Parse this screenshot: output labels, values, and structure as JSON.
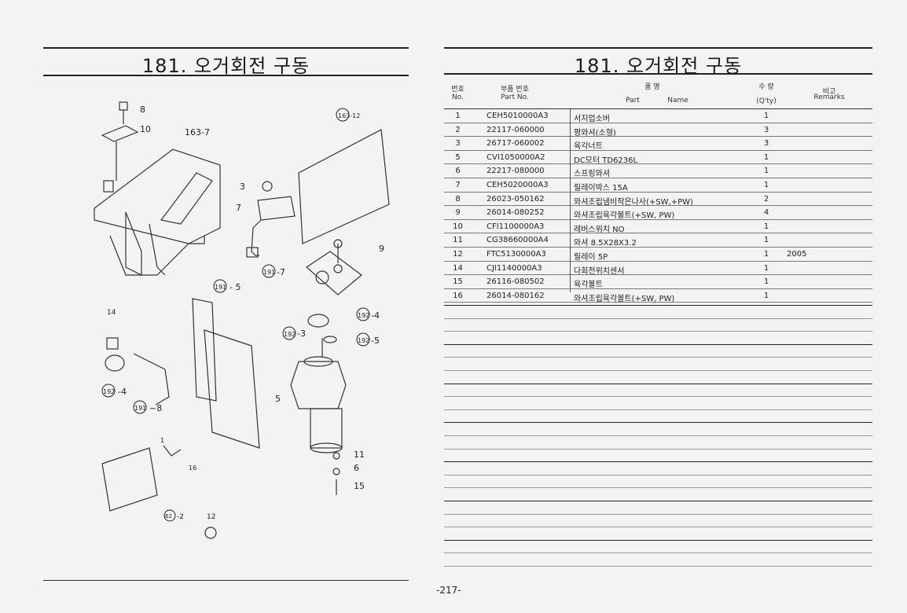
{
  "left_title": "181. 오거회전 구동",
  "right_title": "181. 오거회전 구동",
  "headers": {
    "no_ko": "번호",
    "no_en": "No.",
    "part_ko": "부품 번호",
    "part_en": "Part  No.",
    "name_ko": "품          명",
    "name_en_part": "Part",
    "name_en_name": "Name",
    "qty_ko": "수  량",
    "qty_en": "(Q'ty)",
    "rem_ko": "비고",
    "rem_en": "Remarks"
  },
  "rows": [
    {
      "no": "1",
      "part": "CEH5010000A3",
      "name": "서지업소버",
      "qty": "1",
      "remarks": ""
    },
    {
      "no": "2",
      "part": "22117-060000",
      "name": "평와셔(소형)",
      "qty": "3",
      "remarks": ""
    },
    {
      "no": "3",
      "part": "26717-060002",
      "name": "육각너트",
      "qty": "3",
      "remarks": ""
    },
    {
      "no": "5",
      "part": "CVI1050000A2",
      "name": "DC모터 TD6236L",
      "qty": "1",
      "remarks": ""
    },
    {
      "no": "6",
      "part": "22217-080000",
      "name": "스프링와셔",
      "qty": "1",
      "remarks": ""
    },
    {
      "no": "7",
      "part": "CEH5020000A3",
      "name": "릴레이박스 15A",
      "qty": "1",
      "remarks": ""
    },
    {
      "no": "8",
      "part": "26023-050162",
      "name": "와셔조립냄비작은나사(+SW,+PW)",
      "qty": "2",
      "remarks": ""
    },
    {
      "no": "9",
      "part": "26014-080252",
      "name": "와셔조립육각볼트(+SW, PW)",
      "qty": "4",
      "remarks": ""
    },
    {
      "no": "10",
      "part": "CFI1100000A3",
      "name": "레버스위치 NO",
      "qty": "1",
      "remarks": ""
    },
    {
      "no": "11",
      "part": "CG38660000A4",
      "name": "와셔 8.5X28X3.2",
      "qty": "1",
      "remarks": ""
    },
    {
      "no": "12",
      "part": "FTC5130000A3",
      "name": "릴레이 5P",
      "qty": "1",
      "remarks": "2005"
    },
    {
      "no": "14",
      "part": "CJI1140000A3",
      "name": "다회전위치센서",
      "qty": "1",
      "remarks": ""
    },
    {
      "no": "15",
      "part": "26116-080502",
      "name": "육각볼트",
      "qty": "1",
      "remarks": ""
    },
    {
      "no": "16",
      "part": "26014-080162",
      "name": "와셔조립육각볼트(+SW, PW)",
      "qty": "1",
      "remarks": ""
    }
  ],
  "diagram_labels": {
    "l8": "8",
    "l10": "10",
    "l163_7": "163-7",
    "l163_12": "163-12",
    "l3": "3",
    "l7": "7",
    "l9": "9",
    "l191_7": "191",
    "l191_7b": "-7",
    "l191_5": "191",
    "l191_5b": "- 5",
    "l14": "14",
    "l192_4": "192",
    "l192_4b": "-4",
    "l192_3": "192",
    "l192_3b": "-3",
    "l192_5": "192",
    "l192_5b": "-5",
    "l192_4L": "192",
    "l192_4Lb": "-4",
    "l191_8": "191",
    "l191_8b": "~8",
    "l5": "5",
    "l11": "11",
    "l6": "6",
    "l15": "15",
    "l1": "1",
    "l16": "16",
    "l62_2": "62",
    "l62_2b": "-2",
    "l12": "12"
  },
  "page_number": "-217-"
}
